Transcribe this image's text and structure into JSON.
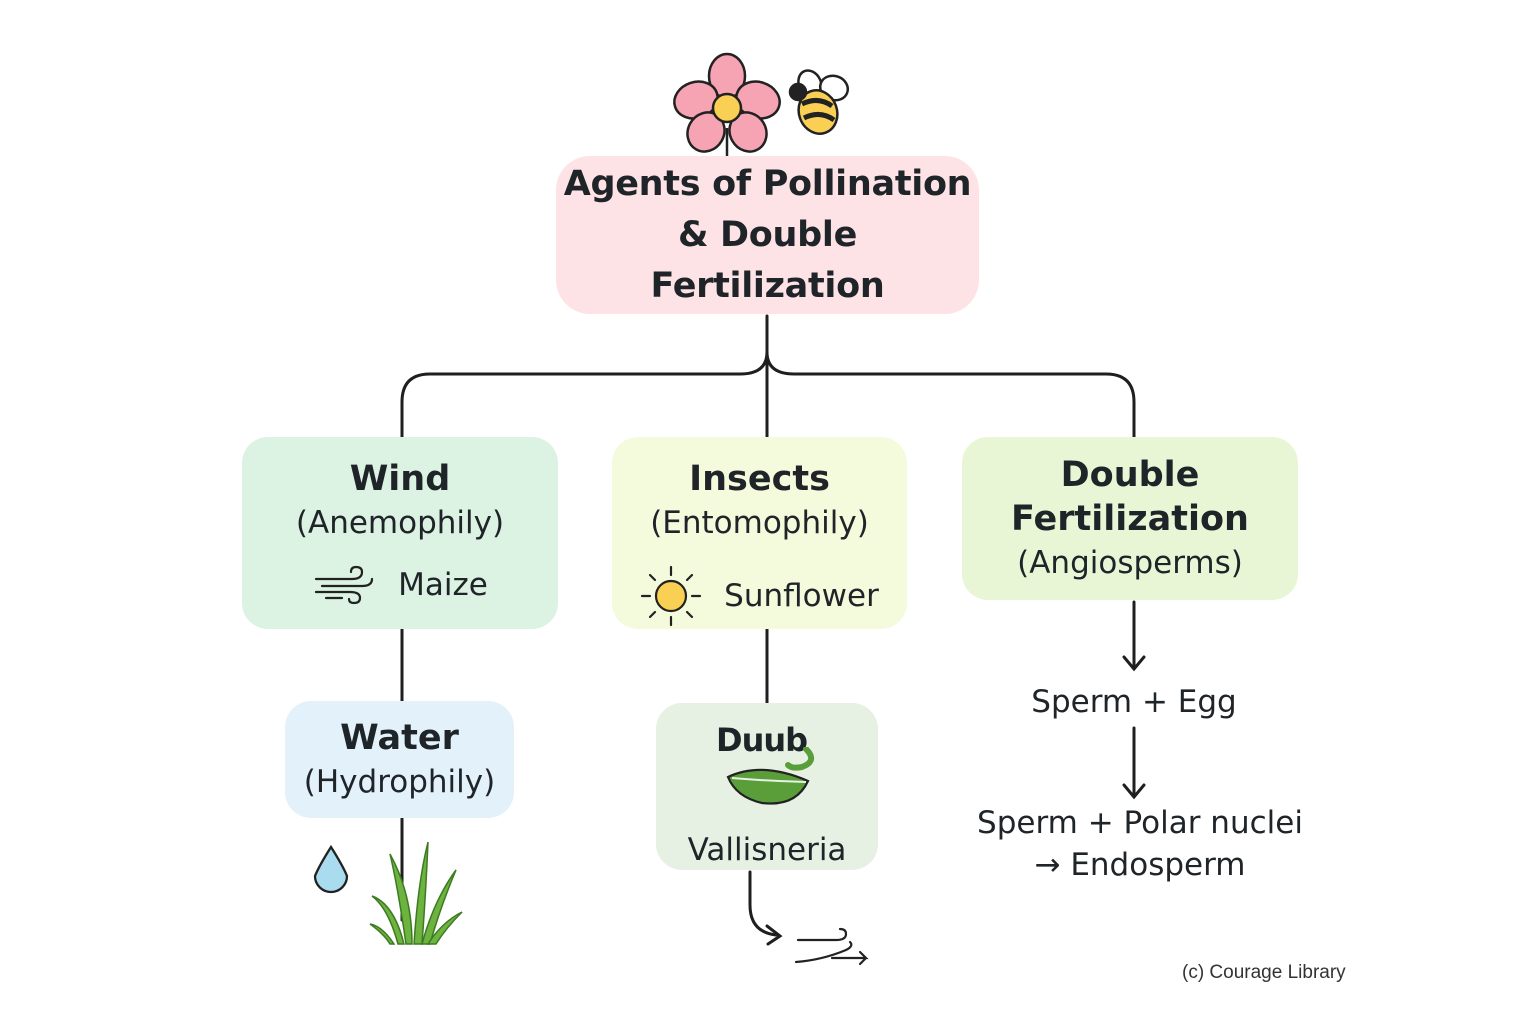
{
  "title": {
    "line1": "Agents of Pollination",
    "line2": "& Double Fertilization"
  },
  "wind": {
    "heading": "Wind",
    "sub": "(Anemophily)",
    "example": "Maize",
    "icon": "wind-icon"
  },
  "insects": {
    "heading": "Insects",
    "sub": "(Entomophily)",
    "example": "Sunflower",
    "icon": "sun-icon"
  },
  "double_fertilization": {
    "heading_line1": "Double",
    "heading_line2": "Fertilization",
    "sub": "(Angiosperms)",
    "step1": "Sperm + Egg",
    "step2_line1": "Sperm + Polar nuclei",
    "step2_line2": "→ Endosperm"
  },
  "water": {
    "heading": "Water",
    "sub": "(Hydrophily)",
    "icons": [
      "water-drop-icon",
      "grass-icon"
    ]
  },
  "vallisneria": {
    "logo_text": "Duub",
    "label": "Vallisneria",
    "icons": [
      "leaf-icon",
      "wind-icon"
    ]
  },
  "header_icons": [
    "flower-icon",
    "bee-icon"
  ],
  "credit": "(c) Courage Library",
  "colors": {
    "title_box": "#fde3e6",
    "wind_box": "#dcf2e2",
    "insect_box": "#f4fadc",
    "df_box": "#e8f6d6",
    "water_box": "#e3f1fa",
    "vall_box": "#e6f1e4",
    "line": "#1f1f1f",
    "flower": "#f6a3b3",
    "flower_center": "#f9cf54",
    "sun": "#f9cf54",
    "drop": "#a9dcef",
    "grass": "#6db33f",
    "leaf": "#5a9e3a"
  }
}
